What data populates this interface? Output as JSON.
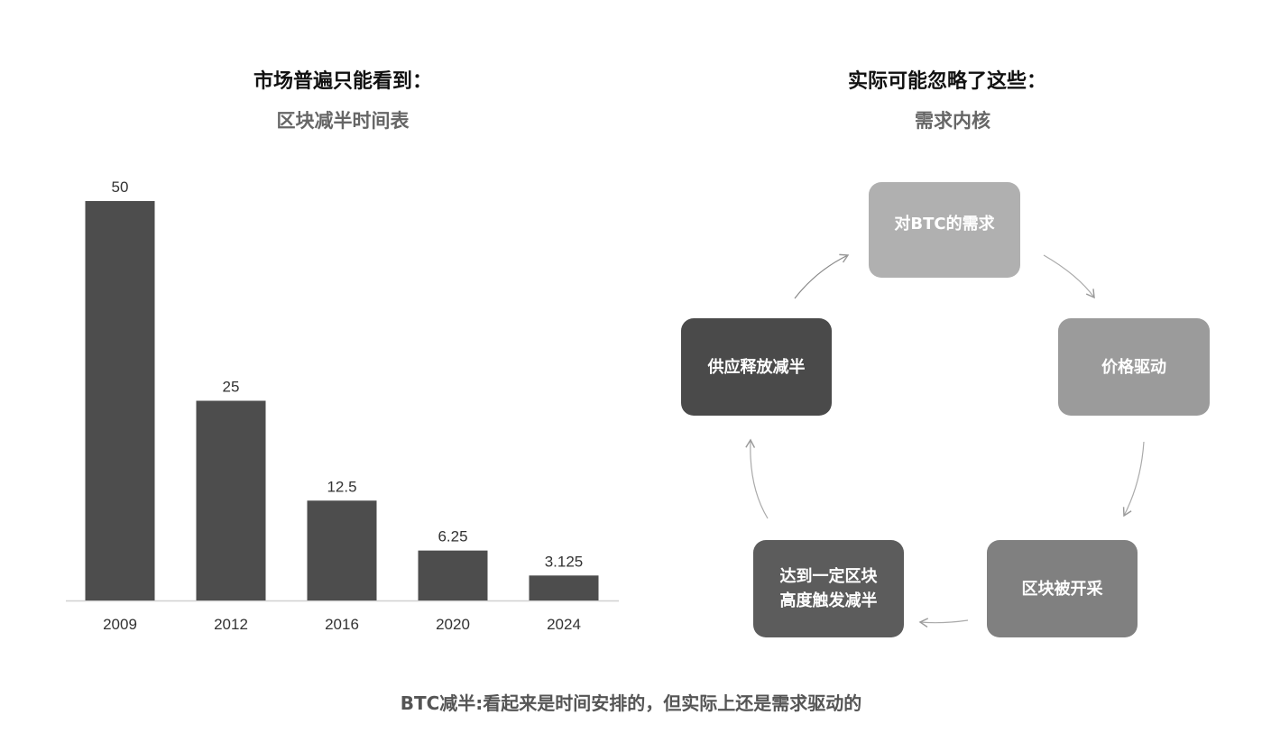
{
  "left_panel": {
    "title": "市场普遍只能看到：",
    "subtitle": "区块减半时间表"
  },
  "right_panel": {
    "title": "实际可能忽略了这些：",
    "subtitle": "需求内核"
  },
  "chart_data": {
    "type": "bar",
    "title": "区块减半时间表",
    "categories": [
      "2009",
      "2012",
      "2016",
      "2020",
      "2024"
    ],
    "values": [
      50,
      25,
      12.5,
      6.25,
      3.125
    ],
    "value_labels": [
      "50",
      "25",
      "12.5",
      "6.25",
      "3.125"
    ],
    "xlabel": "",
    "ylabel": "",
    "ylim": [
      0,
      50
    ],
    "grid": false,
    "bar_color": "#4d4d4d"
  },
  "cycle": {
    "nodes": [
      {
        "label": "对BTC的需求",
        "color": "#b0b0b0"
      },
      {
        "label": "价格驱动",
        "color": "#9b9b9b"
      },
      {
        "label": "区块被开采",
        "color": "#808080"
      },
      {
        "label": "达到一定区块\n高度触发减半",
        "color": "#5c5c5c"
      },
      {
        "label": "供应释放减半",
        "color": "#4a4a4a"
      }
    ]
  },
  "caption": "BTC减半:看起来是时间安排的，但实际上还是需求驱动的"
}
